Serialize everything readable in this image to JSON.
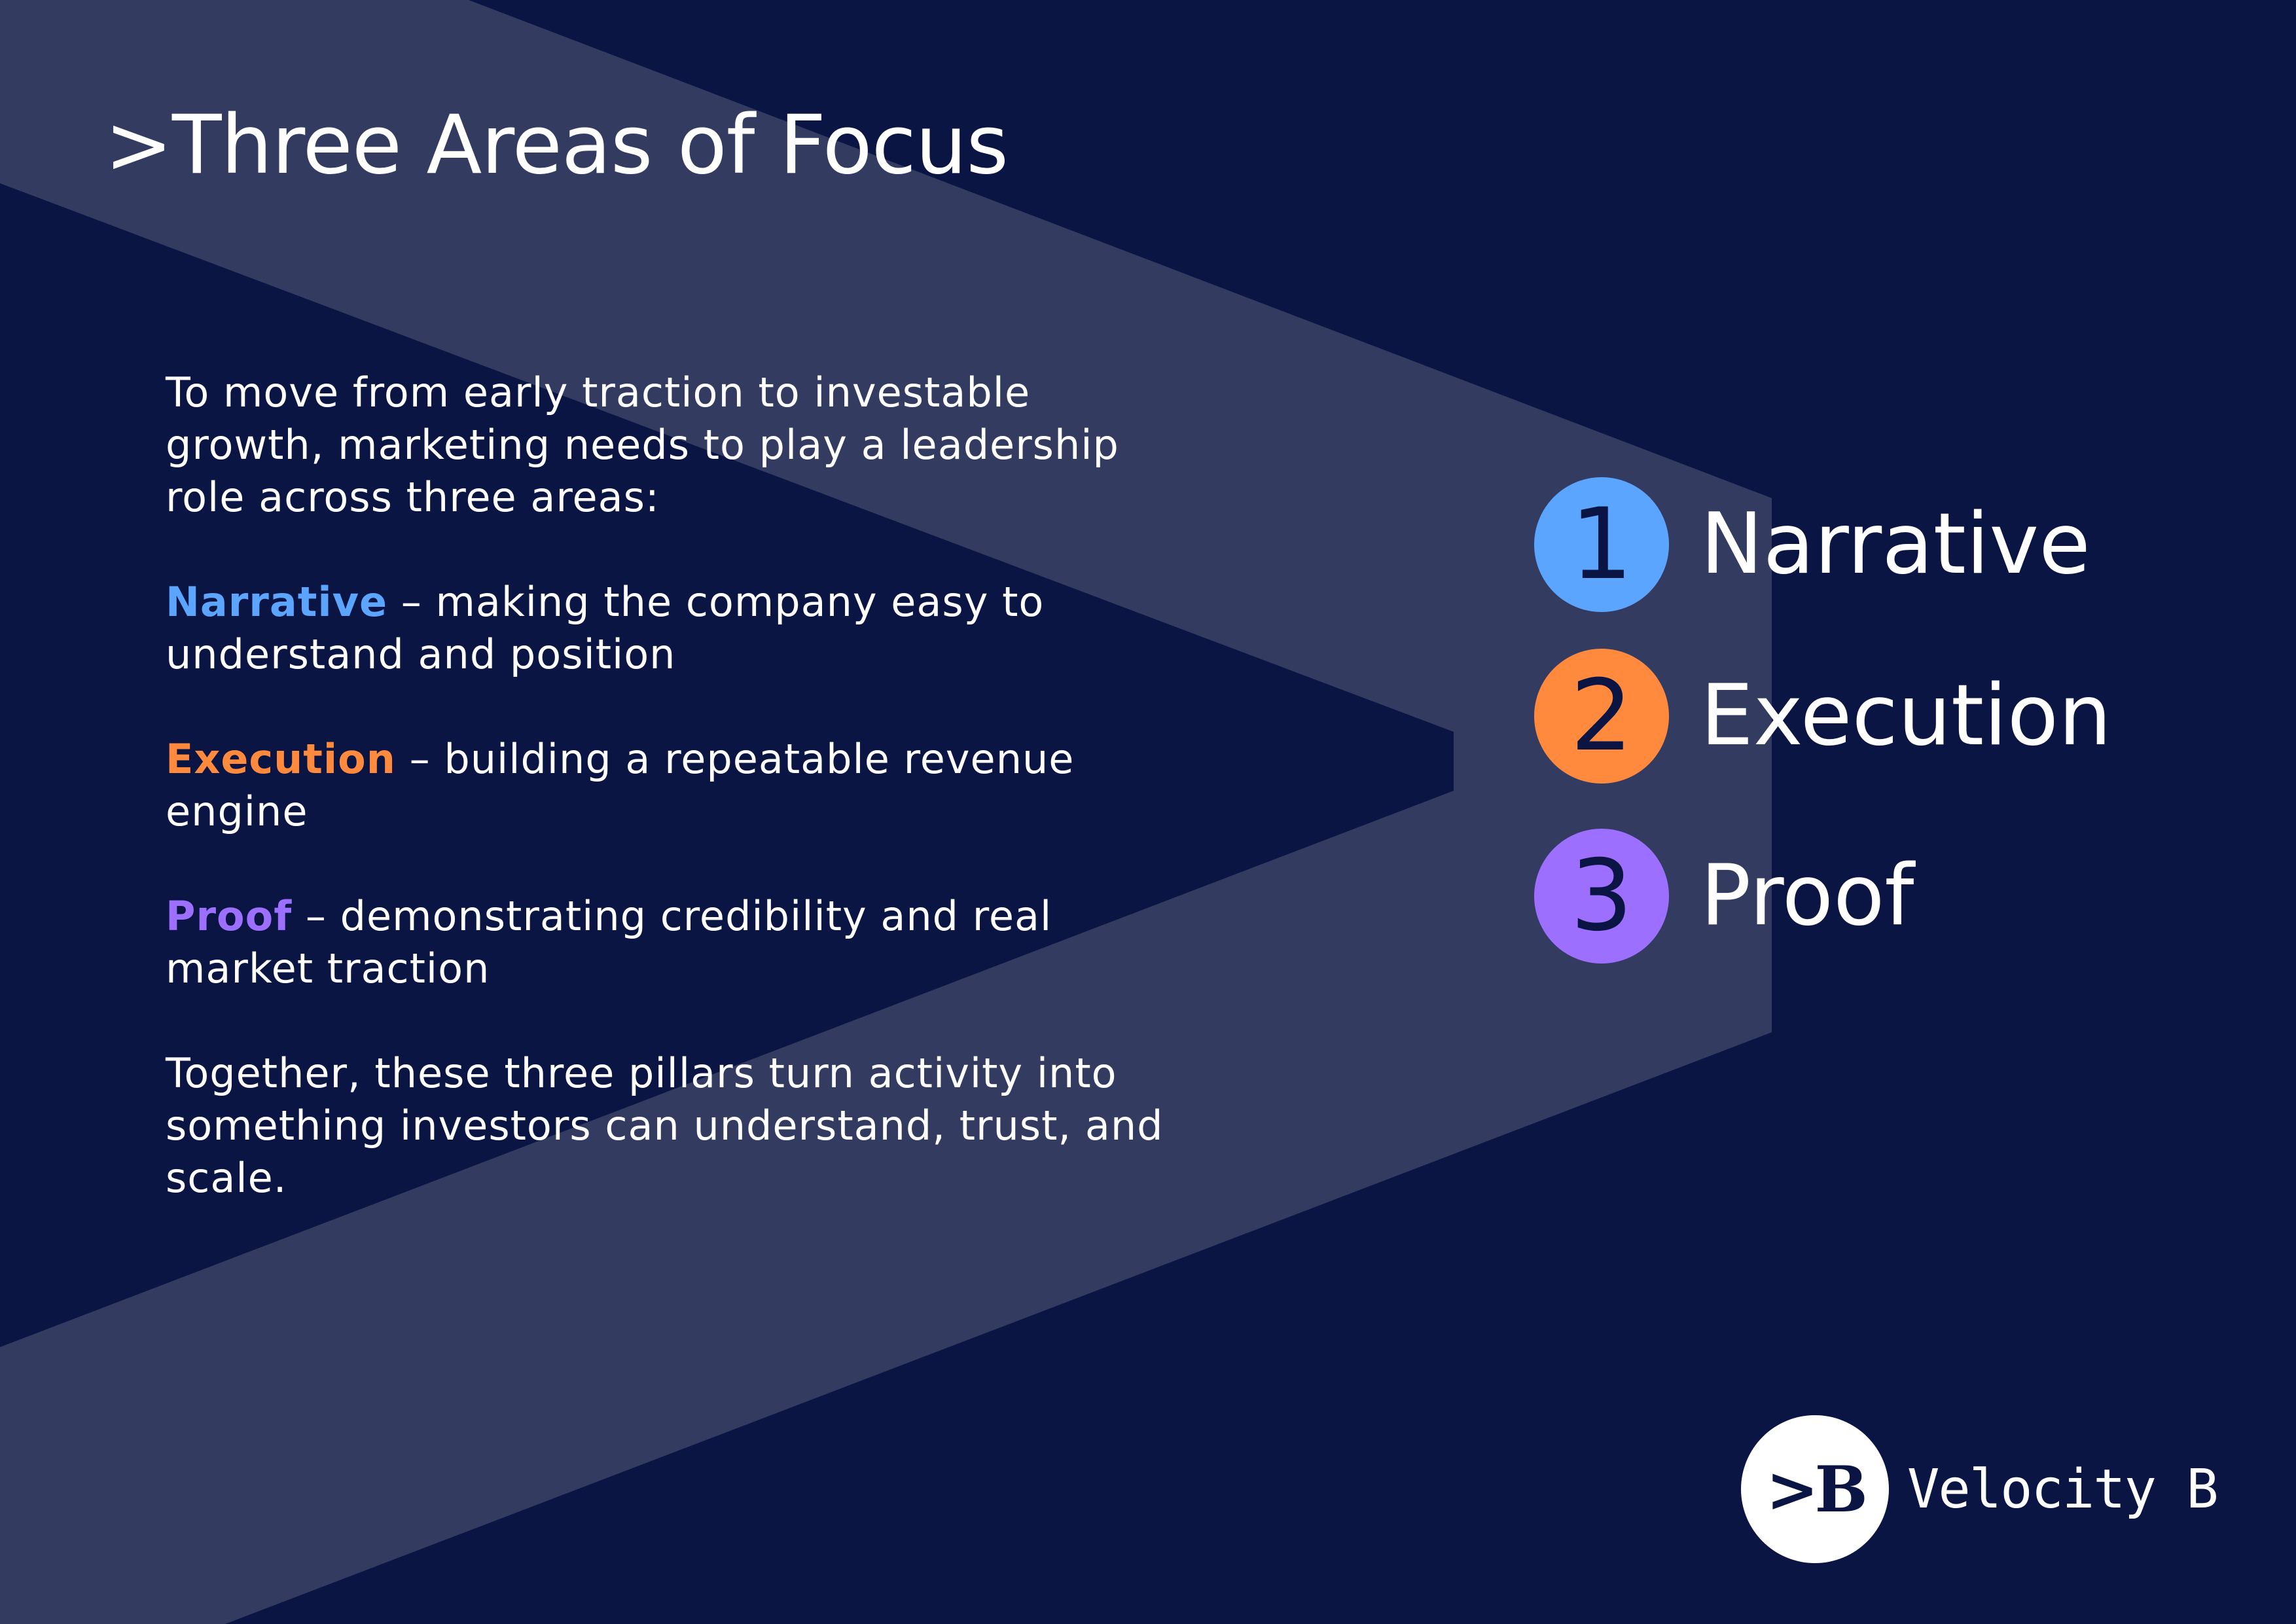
{
  "slide": {
    "title": ">Three Areas of Focus",
    "colors": {
      "background": "#0b1544",
      "band": "#333c60",
      "narrative": "#5ba5ff",
      "execution": "#ff8a3d",
      "proof": "#9d6fff",
      "text": "#ffffff"
    }
  },
  "body": {
    "intro": "To move from early traction to investable growth, marketing needs to play a leadership role across three areas:",
    "items": [
      {
        "keyword": "Narrative",
        "description": " – making the company easy to understand and position"
      },
      {
        "keyword": "Execution",
        "description": " – building a repeatable revenue engine"
      },
      {
        "keyword": "Proof",
        "description": " – demonstrating credibility and real market traction"
      }
    ],
    "conclusion": "Together, these three pillars turn activity into something investors can understand, trust, and scale."
  },
  "pillars": [
    {
      "number": "1",
      "label": "Narrative"
    },
    {
      "number": "2",
      "label": "Execution"
    },
    {
      "number": "3",
      "label": "Proof"
    }
  ],
  "logo": {
    "mark": ">B",
    "name": "Velocity B"
  }
}
